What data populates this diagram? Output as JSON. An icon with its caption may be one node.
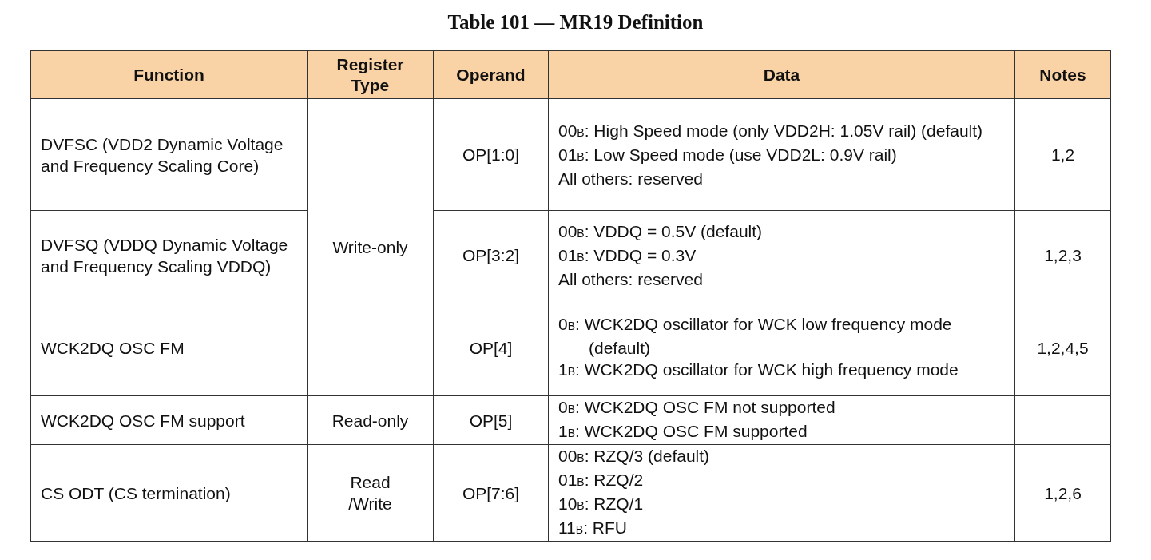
{
  "diagram": {
    "title": "Table 101 — MR19 Definition",
    "labels": [
      "Function",
      "Register Type",
      "Operand",
      "Data",
      "Notes",
      "DVFSC (VDD2 Dynamic Voltage and Frequency Scaling Core)",
      "Write-only",
      "OP[1:0]",
      "00$_{B}$: High Speed mode (only VDD2H: 1.05V rail) (default)",
      "01$_{B}$: Low Speed mode (use VDD2L: 0.9V rail)",
      "All others: reserved",
      "1,2",
      "DVFSQ (VDDQ Dynamic Voltage and Frequency Scaling VDDQ)",
      "OP[3:2]",
      "00$_{B}$: VDDQ = 0.5V (default)",
      "01$_{B}$: VDDQ = 0.3V",
      "All others: reserved",
      "1,2,3",
      "WCK2DQ OSC FM",
      "OP[4]",
      "0$_{B}$: WCK2DQ oscillator for WCK low frequency mode (default)",
      "1$_{B}$: WCK2DQ oscillator for WCK high frequency mode",
      "1,2,4,5",
      "WCK2DQ OSC FM support",
      "Read-only",
      "OP[5]",
      "0$_{B}$: WCK2DQ OSC FM not supported",
      "1$_{B}$: WCK2DQ OSC FM supported",
      "CS ODT (CS termination)",
      "Read /Write",
      "OP[7:6]",
      "00$_{B}$: RZQ/3 (default)",
      "01$_{B}$: RZQ/2",
      "10$_{B}$: RZQ/1",
      "11$_{B}$: RFU",
      "1,2,6"
    ]
  }
}
